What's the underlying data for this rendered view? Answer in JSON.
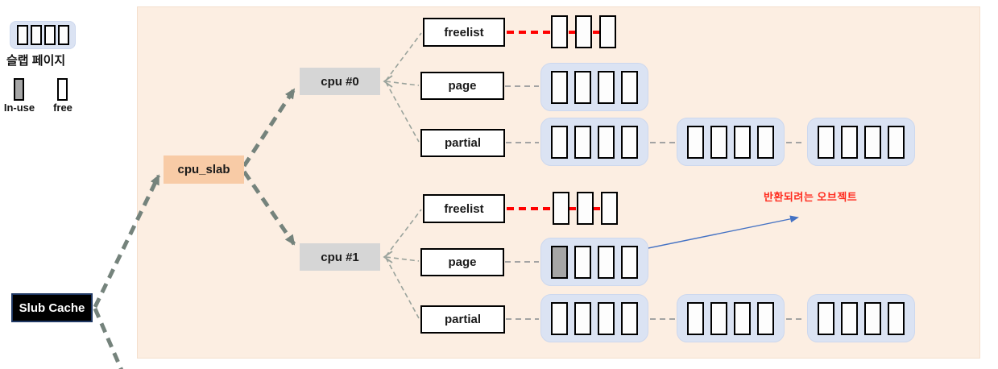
{
  "colors": {
    "panel_bg": "#fceee2",
    "panel_border": "#f4dfcd",
    "orange": "#f8cba6",
    "gray_box": "#d6d6d6",
    "slab_blue": "#dbe3f3",
    "slab_border": "#cdd8ee",
    "inuse": "#a6a6a6",
    "red": "#ff0000",
    "red_text": "#ff2b1e",
    "thick_dash": "#75837c",
    "thin_dash": "#9aa39c",
    "gray_dash": "#a3a3a3",
    "blue": "#4472c4",
    "navy": "#1f3864"
  },
  "legend": {
    "page_cells": [
      "free",
      "free",
      "free",
      "free"
    ],
    "slab_page_label": "슬랩 페이지",
    "in_use_label": "In-use",
    "free_label": "free"
  },
  "nodes": {
    "slub_cache": "Slub Cache",
    "cpu_slab": "cpu_slab",
    "cpu0": "cpu #0",
    "cpu1": "cpu #1"
  },
  "rows": {
    "freelist": "freelist",
    "page": "page",
    "partial": "partial"
  },
  "annotation": {
    "returning_object": "반환되려는 오브젝트"
  },
  "slabs": {
    "cpu0": {
      "freelist_objects": [
        "free",
        "free",
        "free"
      ],
      "page": [
        "free",
        "free",
        "free",
        "free"
      ],
      "partial": [
        [
          "free",
          "free",
          "free",
          "free"
        ],
        [
          "free",
          "free",
          "free",
          "free"
        ],
        [
          "free",
          "free",
          "free",
          "free"
        ]
      ]
    },
    "cpu1": {
      "freelist_objects": [
        "free",
        "free",
        "free"
      ],
      "page": [
        "in-use",
        "free",
        "free",
        "free"
      ],
      "partial": [
        [
          "free",
          "free",
          "free",
          "free"
        ],
        [
          "free",
          "free",
          "free",
          "free"
        ],
        [
          "free",
          "free",
          "free",
          "free"
        ]
      ]
    }
  }
}
